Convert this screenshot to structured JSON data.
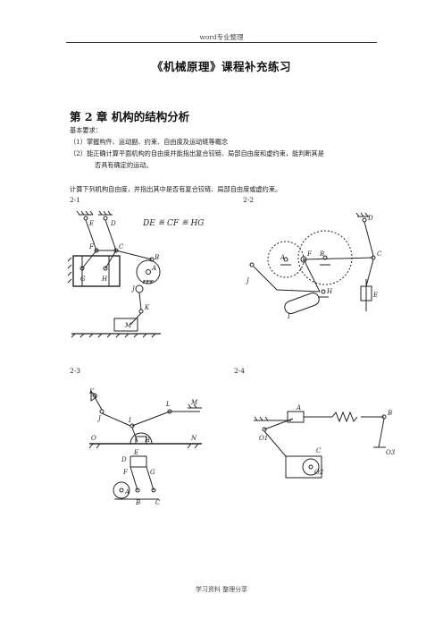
{
  "header": {
    "text": "word专业整理"
  },
  "title": "《机械原理》课程补充练习",
  "chapter": "第 2 章  机构的结构分析",
  "requirements": {
    "heading": "基本要求：",
    "item1": "（1）掌握构件、运动副、约束、自由度及运动链等概念",
    "item2": "（2）能正确计算平面机构的自由度并能指出复合铰链、局部自由度和虚约束，能判断其是",
    "item2_cont": "否具有确定的运动。"
  },
  "instruction": "计算下列机构自由度，并指出其中是否有复合铰链、局部自由度或虚约束。",
  "problems": {
    "p1": {
      "label": "2-1",
      "note": "DE ≝ CF ≝ HG",
      "points": [
        "E",
        "D",
        "F",
        "C",
        "B",
        "A",
        "G",
        "H",
        "J",
        "K",
        "M"
      ]
    },
    "p2": {
      "label": "2-2",
      "points": [
        "D",
        "F",
        "A",
        "B",
        "C",
        "E",
        "J",
        "H",
        "I"
      ]
    },
    "p3": {
      "label": "2-3",
      "points": [
        "K",
        "J",
        "I",
        "L",
        "M",
        "O",
        "H",
        "N",
        "D",
        "E",
        "F",
        "G",
        "A",
        "B",
        "C"
      ]
    },
    "p4": {
      "label": "2-4",
      "points": [
        "A",
        "B",
        "O1",
        "C",
        "O2",
        "O3"
      ]
    }
  },
  "footer": {
    "text": "学习资料    整理分享"
  }
}
